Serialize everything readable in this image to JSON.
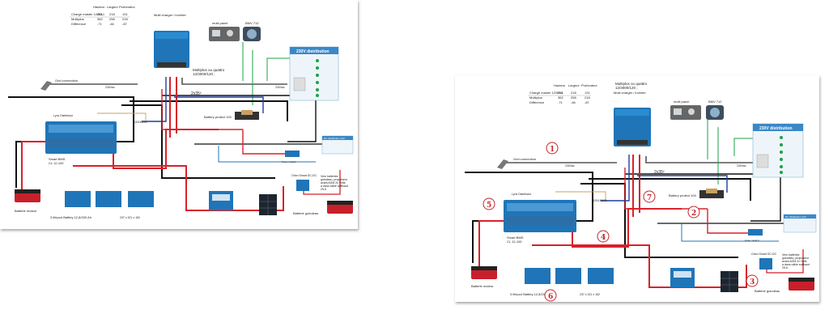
{
  "diagram": {
    "table": {
      "headers": [
        "Hauteur",
        "Largeur",
        "Profondeur"
      ],
      "rows": [
        {
          "label": "Charge master 12/50-1",
          "values": [
            "251",
            "218",
            "131"
          ]
        },
        {
          "label": "Multiplus",
          "values": [
            "362",
            "258",
            "218"
          ]
        },
        {
          "label": "Différence",
          "values": [
            "-71",
            "-46",
            "-87"
          ]
        }
      ]
    },
    "multiplus_title": "Multiplus ou quattro",
    "multiplus_model": "12/3000/120 ;",
    "multiplus_sub": "Multi charger / inverter",
    "multi_panel": "multi panel",
    "bmv": "BMV 712",
    "distribution_title": "230V distribution",
    "grid_connection": "Grid connection",
    "vac_label": "230Vac",
    "vac_label_2": "230Vac",
    "cable_label": "2x35²",
    "battery_protect": "Battery protect 100",
    "lynx_label": "Lynx Distributor",
    "bus_label": "320/180/90",
    "fuse_label": "Fuse / switch",
    "dc_distribution": "DC distribution 12V",
    "smart_bms": "Smart BMS",
    "smart_bms_model": "CL 12-100",
    "orion_label": "Orion Smart DC-DC",
    "orion_note": [
      "Vers batteries",
      "guindeau, propulseur",
      "avant AGM 2x Volts",
      "a dans câble suffisant",
      "25 A"
    ],
    "battery_motor": "Batterie moteur",
    "battery_windlass": "Batterie guindeau",
    "lifepo_label": "3 lifepo4 Battley 12,8/200 Ah",
    "dimensions": "237 x 321 x 152",
    "callouts": [
      "1",
      "2",
      "3",
      "4",
      "5",
      "6",
      "7"
    ],
    "colors": {
      "positive": "#d8222a",
      "negative": "#111111",
      "victron_blue": "#1f75b8",
      "ac_gray": "#555555",
      "green": "#1aa34a",
      "callout": "#c0282d"
    }
  }
}
